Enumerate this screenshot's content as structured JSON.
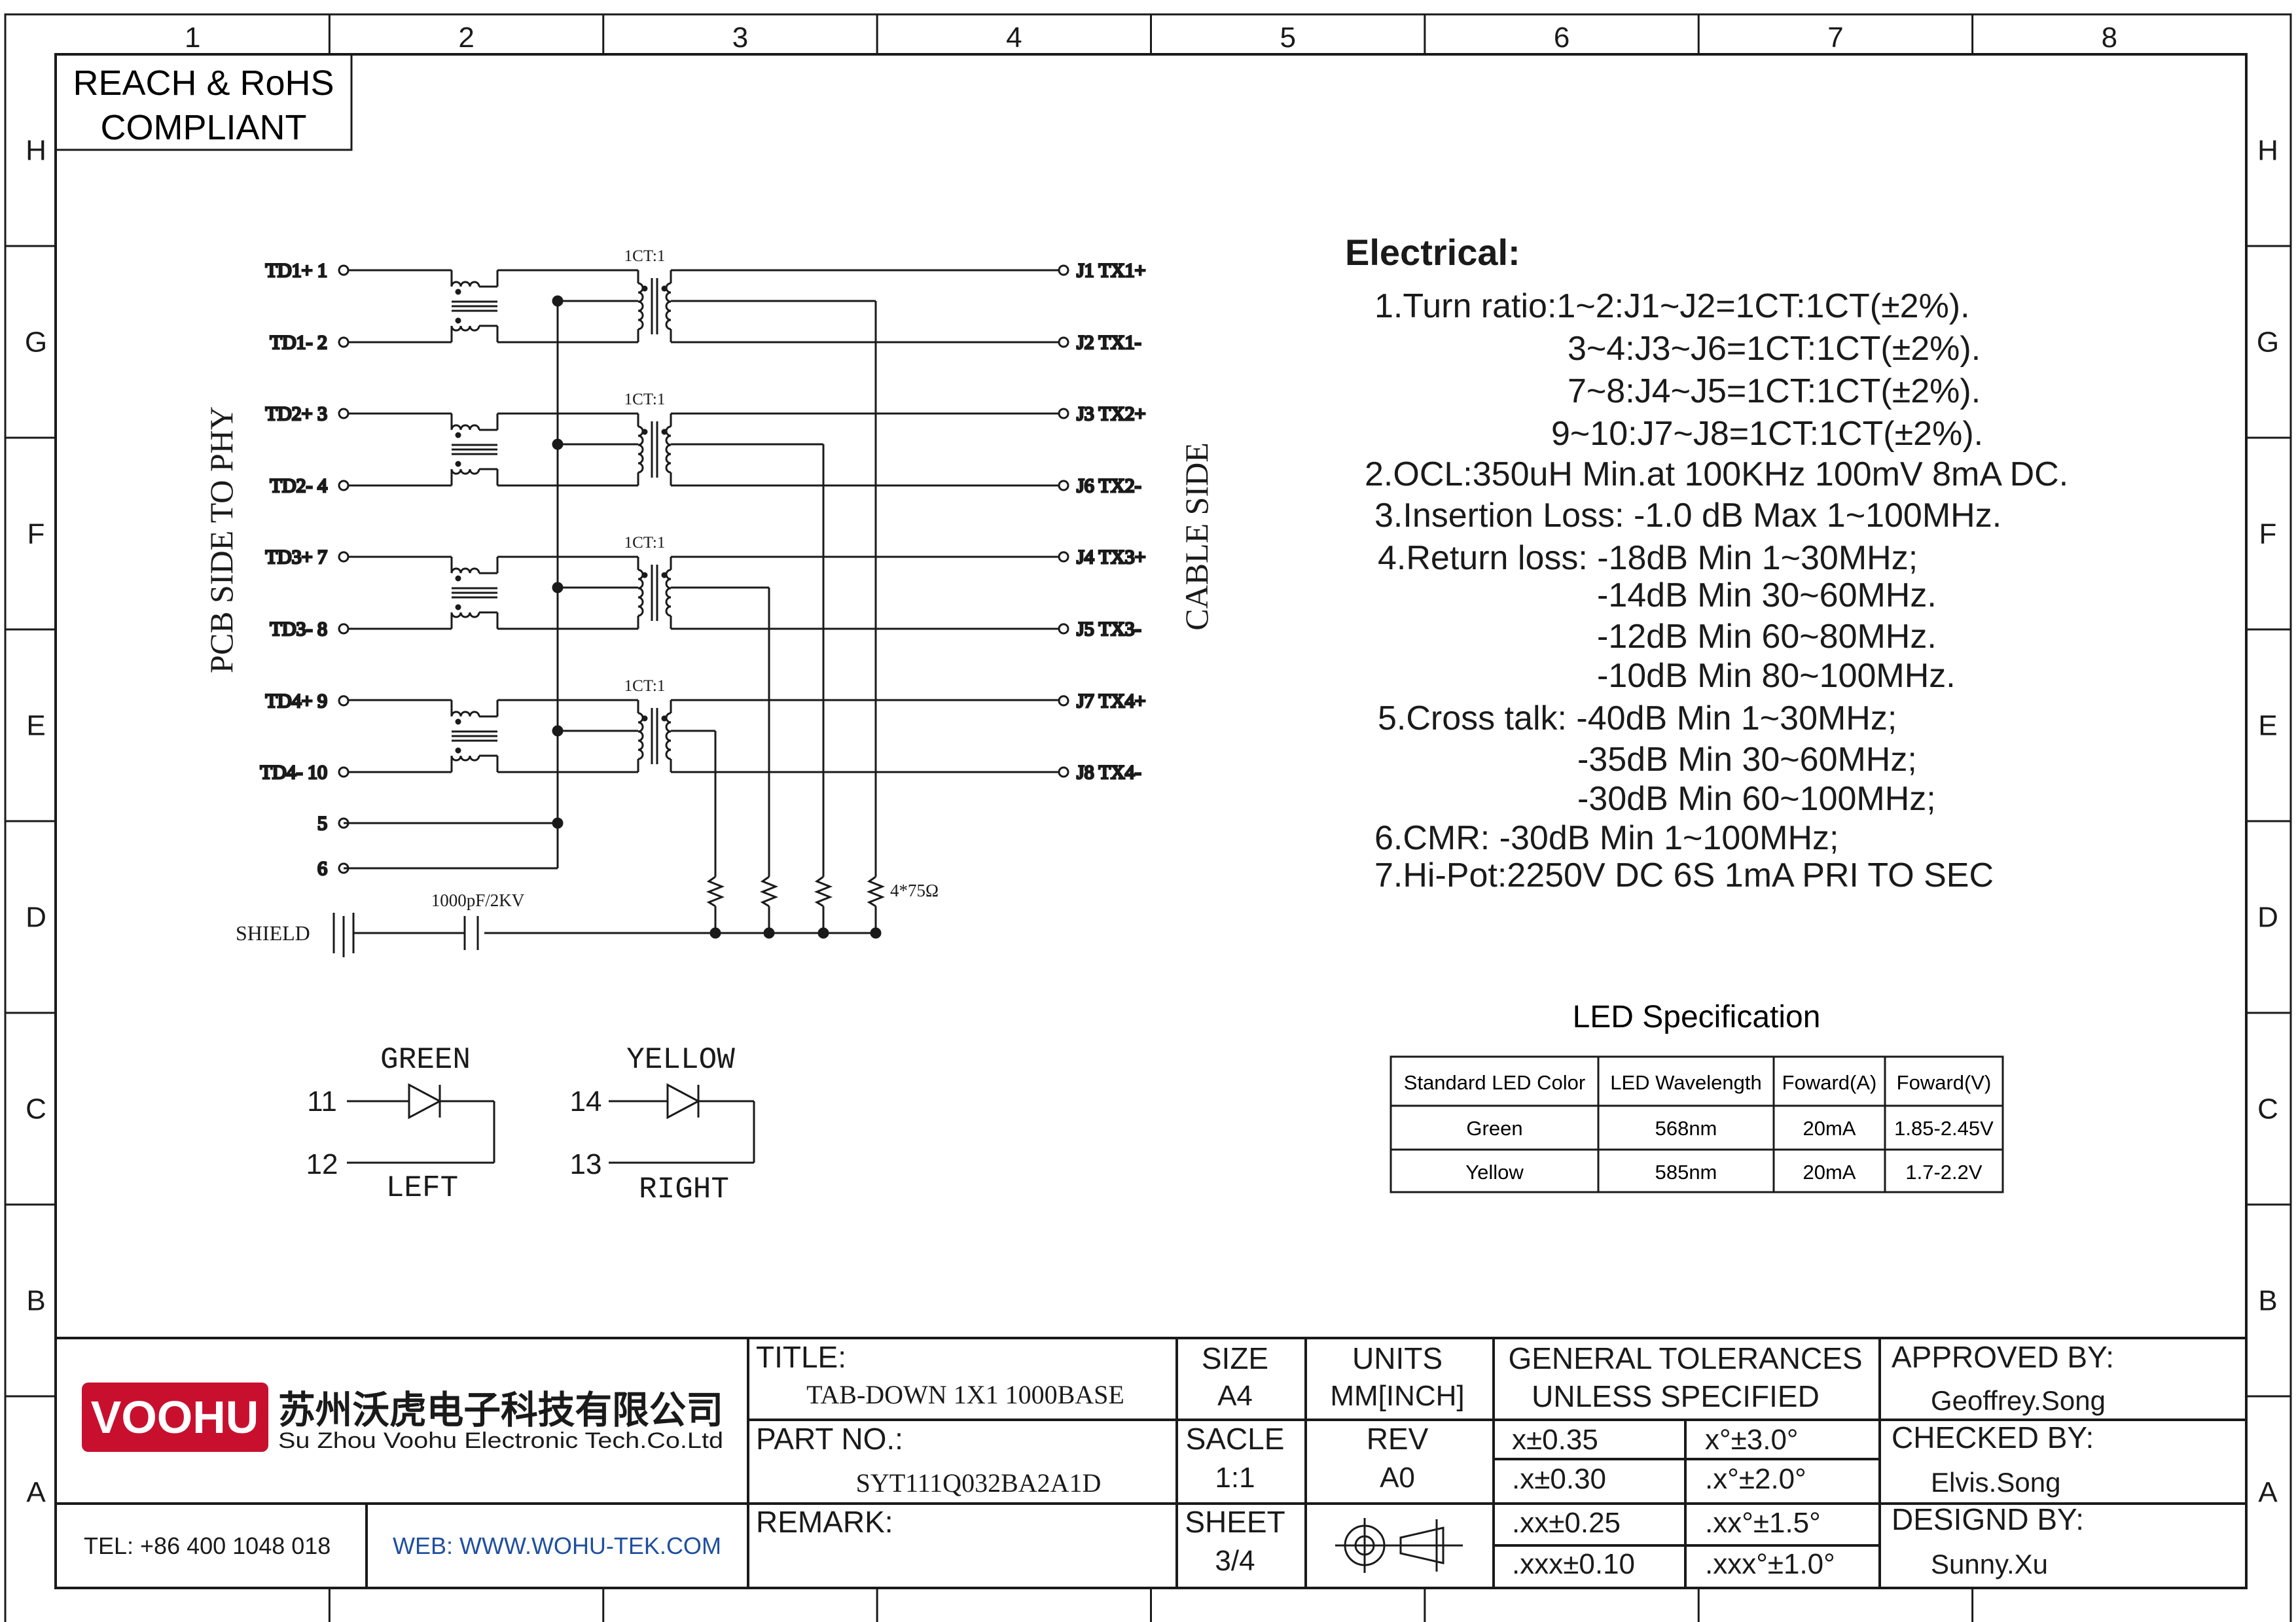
{
  "grid": {
    "columns": [
      "1",
      "2",
      "3",
      "4",
      "5",
      "6",
      "7",
      "8"
    ],
    "rows": [
      "H",
      "G",
      "F",
      "E",
      "D",
      "C",
      "B",
      "A"
    ]
  },
  "compliance": {
    "line1": "REACH & RoHS",
    "line2": "COMPLIANT"
  },
  "schematic": {
    "left_side_label": "PCB SIDE TO PHY",
    "right_side_label": "CABLE SIDE",
    "transformer_label": "1CT:1",
    "resistor_label": "4*75Ω",
    "capacitor_label": "1000pF/2KV",
    "shield_label": "SHIELD",
    "left_pins": [
      "TD1+ 1",
      "TD1- 2",
      "TD2+ 3",
      "TD2- 4",
      "TD3+ 7",
      "TD3- 8",
      "TD4+ 9",
      "TD4- 10",
      "5",
      "6"
    ],
    "right_pins": [
      "J1  TX1+",
      "J2  TX1-",
      "J3  TX2+",
      "J6  TX2-",
      "J4  TX3+",
      "J5  TX3-",
      "J7  TX4+",
      "J8  TX4-"
    ]
  },
  "led_schematic": {
    "green": {
      "label": "GREEN",
      "pin_a": "11",
      "pin_b": "12",
      "position": "LEFT"
    },
    "yellow": {
      "label": "YELLOW",
      "pin_a": "14",
      "pin_b": "13",
      "position": "RIGHT"
    }
  },
  "electrical": {
    "heading": "Electrical:",
    "lines": [
      "1.Turn ratio:1~2:J1~J2=1CT:1CT(±2%).",
      "3~4:J3~J6=1CT:1CT(±2%).",
      "7~8:J4~J5=1CT:1CT(±2%).",
      "9~10:J7~J8=1CT:1CT(±2%).",
      "2.OCL:350uH Min.at 100KHz 100mV 8mA DC.",
      "3.Insertion Loss: -1.0 dB Max 1~100MHz.",
      "4.Return loss: -18dB Min 1~30MHz;",
      "-14dB Min 30~60MHz.",
      "-12dB Min 60~80MHz.",
      "-10dB Min 80~100MHz.",
      "5.Cross talk: -40dB Min 1~30MHz;",
      "-35dB Min 30~60MHz;",
      "-30dB Min 60~100MHz;",
      "6.CMR: -30dB Min 1~100MHz;",
      "7.Hi-Pot:2250V DC 6S 1mA PRI TO SEC"
    ]
  },
  "led_spec": {
    "title": "LED Specification",
    "headers": [
      "Standard LED Color",
      "LED Wavelength",
      "Foward(A)",
      "Foward(V)"
    ],
    "rows": [
      [
        "Green",
        "568nm",
        "20mA",
        "1.85-2.45V"
      ],
      [
        "Yellow",
        "585nm",
        "20mA",
        "1.7-2.2V"
      ]
    ]
  },
  "title_block": {
    "logo_text": "VOOHU",
    "company_cn": "苏州沃虎电子科技有限公司",
    "company_en": "Su Zhou Voohu Electronic Tech.Co.Ltd",
    "tel": "TEL: +86 400 1048 018",
    "web": "WEB: WWW.WOHU-TEK.COM",
    "title_label": "TITLE:",
    "title_value": "TAB-DOWN 1X1 1000BASE",
    "part_label": "PART NO.:",
    "part_value": "SYT111Q032BA2A1D",
    "remark_label": "REMARK:",
    "size_label": "SIZE",
    "size_value": "A4",
    "units_label": "UNITS",
    "units_value": "MM[INCH]",
    "scale_label": "SACLE",
    "scale_value": "1:1",
    "rev_label": "REV",
    "rev_value": "A0",
    "sheet_label": "SHEET",
    "sheet_value": "3/4",
    "tol_title_1": "GENERAL TOLERANCES",
    "tol_title_2": "UNLESS SPECIFIED",
    "tolerances": [
      [
        "x±0.35",
        "x°±3.0°"
      ],
      [
        ".x±0.30",
        ".x°±2.0°"
      ],
      [
        ".xx±0.25",
        ".xx°±1.5°"
      ],
      [
        ".xxx±0.10",
        ".xxx°±1.0°"
      ]
    ],
    "approved_label": "APPROVED BY:",
    "approved_value": "Geoffrey.Song",
    "checked_label": "CHECKED BY:",
    "checked_value": "Elvis.Song",
    "designed_label": "DESIGND BY:",
    "designed_value": "Sunny.Xu"
  },
  "colors": {
    "line": "#1a1a1a",
    "logo_red": "#c8102e",
    "web_blue": "#1f4fa0"
  }
}
